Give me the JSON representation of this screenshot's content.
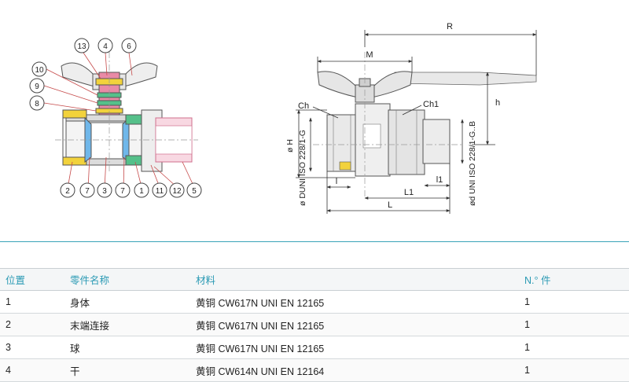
{
  "left_drawing": {
    "callouts_top": [
      "13",
      "4",
      "6"
    ],
    "callouts_left": [
      "10",
      "9",
      "8"
    ],
    "callouts_bottom": [
      "2",
      "7",
      "3",
      "7",
      "1",
      "11",
      "12",
      "5"
    ]
  },
  "right_drawing": {
    "dim_R": "R",
    "dim_M": "M",
    "dim_h": "h",
    "label_Ch": "Ch",
    "label_Ch1": "Ch1",
    "dim_l": "l",
    "dim_l1": "l1",
    "dim_L1": "L1",
    "dim_L": "L",
    "vertical_left": "ø DUNI ISO 228/1-G",
    "vertical_H": "ø H",
    "vertical_right": "ød UNI ISO 228/1-G..B"
  },
  "table": {
    "headers": [
      "位置",
      "零件名称",
      "材料",
      "N.° 件"
    ],
    "rows": [
      [
        "1",
        "身体",
        "黄铜 CW617N UNI EN 12165",
        "1"
      ],
      [
        "2",
        "末端连接",
        "黄铜 CW617N UNI EN 12165",
        "1"
      ],
      [
        "3",
        "球",
        "黄铜 CW617N UNI EN 12165",
        "1"
      ],
      [
        "4",
        "干",
        "黄铜 CW614N UNI EN 12164",
        "1"
      ]
    ]
  },
  "colors": {
    "accent": "#2a9ab4",
    "callout_red": "#c64a4a",
    "part_pink": "#e98aa6",
    "part_green": "#55c08a",
    "part_yellow": "#f2d23c",
    "part_blue": "#6fb7ea"
  }
}
